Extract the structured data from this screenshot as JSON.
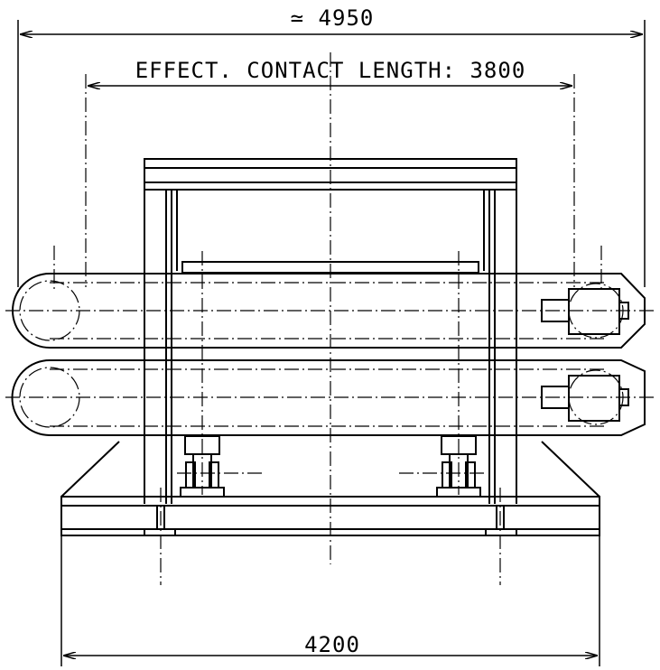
{
  "dimensions": {
    "overall_length": "≃ 4950",
    "effective_contact_length": "EFFECT. CONTACT LENGTH: 3800",
    "base_width": "4200"
  },
  "colors": {
    "line": "#000000",
    "background": "#ffffff"
  }
}
